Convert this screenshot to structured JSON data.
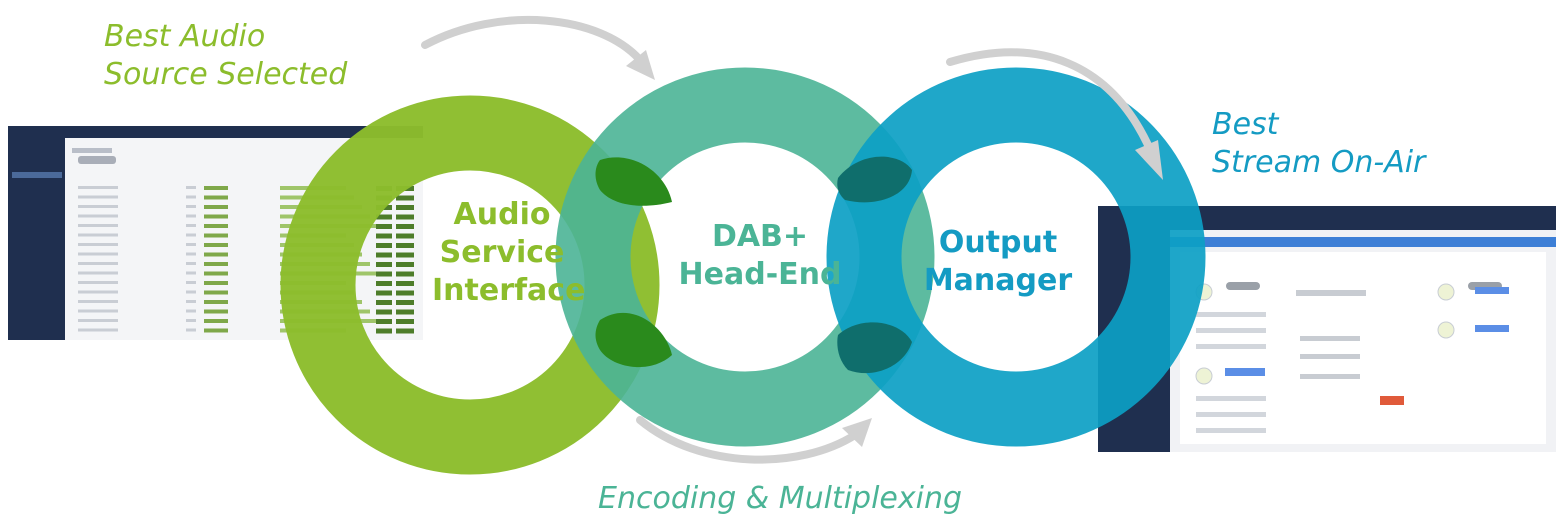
{
  "colors": {
    "green": "#8cbd2c",
    "teal": "#4bb496",
    "blue": "#0c9fc4",
    "overlap_green": "#2a8a1c",
    "overlap_blue": "#0f6e6c",
    "arrow": "#cfcfcf"
  },
  "captions": {
    "top_left": [
      "Best Audio",
      "Source Selected"
    ],
    "right": [
      "Best",
      "Stream On-Air"
    ],
    "bottom": "Encoding & Multiplexing"
  },
  "nodes": [
    {
      "id": "audio-service-interface",
      "lines": [
        "Audio",
        "Service",
        "Interface"
      ],
      "color": "#8cbd2c"
    },
    {
      "id": "dab-head-end",
      "lines": [
        "DAB+",
        "Head-End"
      ],
      "color": "#4bb496"
    },
    {
      "id": "output-manager",
      "lines": [
        "Output",
        "Manager"
      ],
      "color": "#149bc3"
    }
  ],
  "icons": [
    "curved-arrow-icon",
    "software-screenshot"
  ],
  "screenshots": {
    "left": {
      "title": "Output Selection",
      "rows": 16
    },
    "right": {
      "title": "Switch Options"
    }
  }
}
